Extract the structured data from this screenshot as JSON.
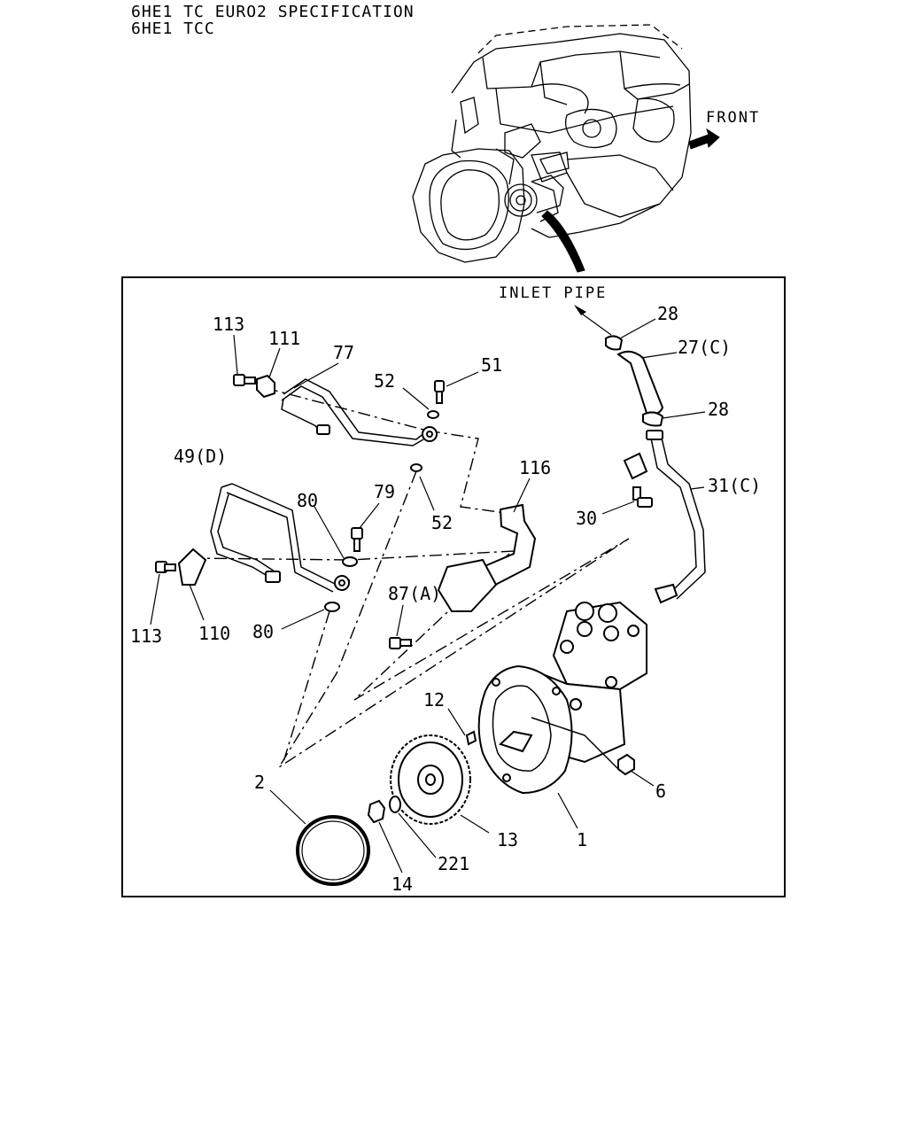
{
  "header": {
    "line1": "6HE1 TC EURO2 SPECIFICATION",
    "line2": "6HE1 TCC"
  },
  "diagram": {
    "front_label": "FRONT",
    "inlet_label": "INLET PIPE",
    "callouts": {
      "p113a": "113",
      "p111": "111",
      "p77": "77",
      "p52a": "52",
      "p51": "51",
      "p28a": "28",
      "p27c": "27(C)",
      "p28b": "28",
      "p49d": "49(D)",
      "p116": "116",
      "p80a": "80",
      "p79": "79",
      "p52b": "52",
      "p30": "30",
      "p31c": "31(C)",
      "p87a": "87(A)",
      "p113b": "113",
      "p110": "110",
      "p80b": "80",
      "p12": "12",
      "p2": "2",
      "p6": "6",
      "p13": "13",
      "p1": "1",
      "p221": "221",
      "p14": "14"
    }
  }
}
